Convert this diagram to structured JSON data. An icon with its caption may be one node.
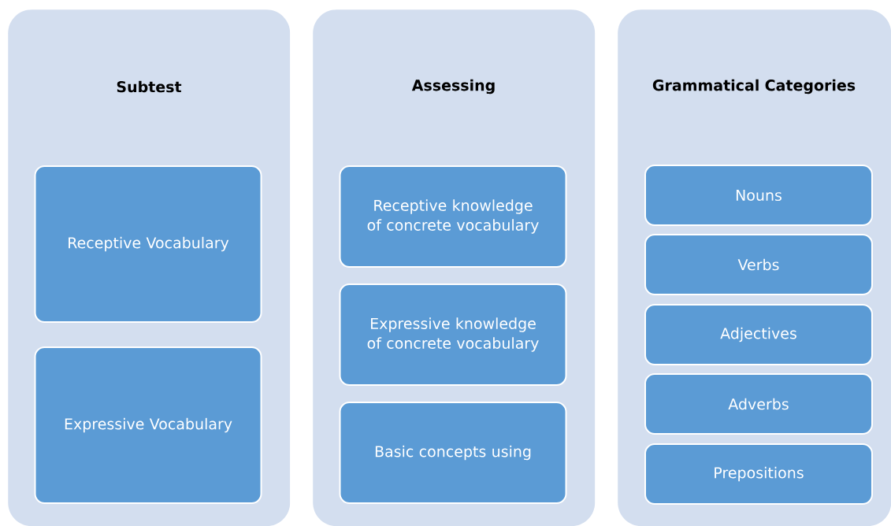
{
  "diagram": {
    "nodes": [
      {
        "text": [
          "Subtest"
        ]
      },
      {
        "text": [
          "Receptive Vocabulary"
        ],
        "in": 0
      },
      {
        "text": [
          "Expressive Vocabulary"
        ],
        "in": 0
      },
      {
        "text": [
          "Assessing"
        ]
      },
      {
        "text": [
          "Receptive knowledge of concrete vocabulary"
        ],
        "in": 3
      },
      {
        "text": [
          "Expressive knowledge of concrete vocabulary"
        ],
        "in": 3
      },
      {
        "text": [
          "Basic concepts using"
        ],
        "in": 3
      },
      {
        "text": [
          "Grammatical Categories"
        ]
      },
      {
        "text": [
          "Nouns"
        ],
        "in": 7
      },
      {
        "text": [
          "Verbs"
        ],
        "in": 7
      },
      {
        "text": [
          "Adjectives"
        ],
        "in": 7
      },
      {
        "text": [
          "Adverbs"
        ],
        "in": 7
      },
      {
        "text": [
          "Prepositions"
        ],
        "in": 7
      }
    ]
  }
}
